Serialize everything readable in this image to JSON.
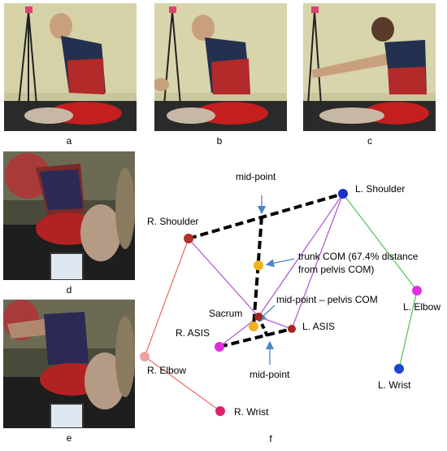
{
  "panels": {
    "a": "a",
    "b": "b",
    "c": "c",
    "d": "d",
    "e": "e",
    "f": "f"
  },
  "photo_icons": [
    "photo-subject-seated-icon",
    "photo-subject-reaching-icon"
  ],
  "diagram": {
    "markers": {
      "l_shoulder": "L. Shoulder",
      "r_shoulder": "R. Shoulder",
      "l_elbow": "L. Elbow",
      "r_elbow": "R. Elbow",
      "l_wrist": "L. Wrist",
      "r_wrist": "R. Wrist",
      "sacrum": "Sacrum",
      "r_asis": "R. ASIS",
      "l_asis": "L. ASIS"
    },
    "annotations": {
      "midpoint_top": "mid-point",
      "midpoint_bottom": "mid-point",
      "trunk_com_line1": "trunk COM (67.4% distance",
      "trunk_com_line2": "from pelvis COM)",
      "pelvis_com": "mid-point – pelvis COM"
    },
    "colors": {
      "right_arm_line": "#e8736a",
      "left_arm_line": "#57c75a",
      "trunk_line": "#b25fd0",
      "shoulder_marker": "#b0322a",
      "pelvis_marker": "#a8241e",
      "elbow_marker": "#e02fe0",
      "r_wrist_marker": "#e0206a",
      "l_wrist_marker": "#1f45d6",
      "l_shoulder_marker": "#1b2fd0",
      "com_marker": "#f0b21a",
      "arrow": "#4d84c4"
    }
  }
}
